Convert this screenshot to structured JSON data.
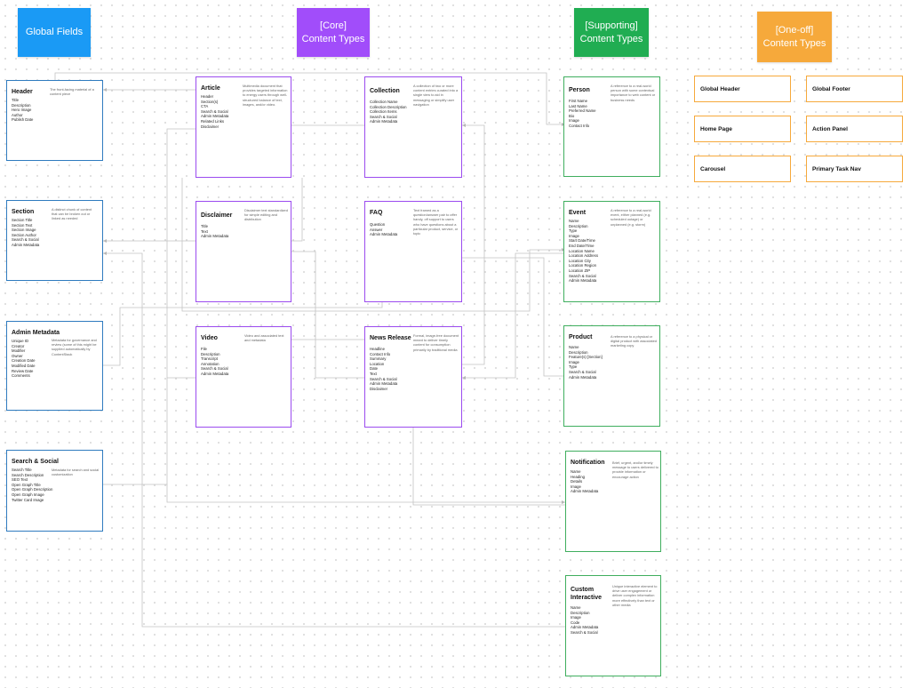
{
  "colors": {
    "global": "#1a9af5",
    "core": "#a14dfa",
    "supporting": "#20ad52",
    "oneoff": "#f6a93b",
    "global_border": "#2f7bbf",
    "core_border": "#9b4bef",
    "supporting_border": "#3fae5e",
    "oneoff_border": "#f6a93b",
    "connector": "#c3c3c3"
  },
  "headers": {
    "global": {
      "line1": "Global Fields",
      "line2": ""
    },
    "core": {
      "line1": "[Core]",
      "line2": "Content Types"
    },
    "supporting": {
      "line1": "[Supporting]",
      "line2": "Content Types"
    },
    "oneoff": {
      "line1": "[One-off]",
      "line2": "Content Types"
    }
  },
  "global_fields": {
    "header": {
      "title": "Header",
      "fields": [
        "Title",
        "Description",
        "Hero Image",
        "Author",
        "Publish Date"
      ],
      "description": "The front-facing material of a content piece"
    },
    "section": {
      "title": "Section",
      "fields": [
        "Section Title",
        "Section Text",
        "Section Image",
        "Section Author",
        "Search & Social",
        "Admin Metadata"
      ],
      "description": "A distinct chunk of content that can be broken out or linked as needed"
    },
    "admin_metadata": {
      "title": "Admin Metadata",
      "fields": [
        "Unique ID",
        "Creator",
        "Modifier",
        "Owner",
        "Creation Date",
        "Modified Date",
        "Review Date",
        "Comments"
      ],
      "description": "Metadata for governance and review (some of this might be supplied automatically by ContentStack"
    },
    "search_social": {
      "title": "Search & Social",
      "fields": [
        "Search Title",
        "Search Description",
        "SEO Text",
        "Open Graph Title",
        "Open Graph Description",
        "Open Graph Image",
        "Twitter Card Image"
      ],
      "description": "Metadata for search and social customization"
    }
  },
  "core": {
    "article": {
      "title": "Article",
      "fields": [
        "Header",
        "Section(s)",
        "CTA",
        "Search & Social",
        "Admin Metadata",
        "Related Links",
        "Disclaimer"
      ],
      "description": "Multimedia document that provides targeted information to energy users through well-structured balance of text, images, and/or video."
    },
    "collection": {
      "title": "Collection",
      "fields": [
        "Collection Name",
        "Collection Description",
        "Collection Items",
        "Search & Social",
        "Admin Metadata"
      ],
      "description": "A collection of two or more content entries curated into a single view to aid in messaging or simplify user navigation"
    },
    "disclaimer": {
      "title": "Disclaimer",
      "fields": [
        "Title",
        "Text",
        "Admin Metadata"
      ],
      "description": "Disclaimer text standardized for simple editing and distribution"
    },
    "faq": {
      "title": "FAQ",
      "fields": [
        "Question",
        "Answer",
        "Admin Metadata"
      ],
      "description": "Text framed as a question/answer pair to offer handy, off support to users who have questions about a particular product, service, or topic"
    },
    "video": {
      "title": "Video",
      "fields": [
        "File",
        "Description",
        "Transcript",
        "Annotation",
        "Search & Social",
        "Admin Metadata"
      ],
      "description": "Video and associated text and metadata"
    },
    "news_release": {
      "title": "News Release",
      "fields": [
        "Headline",
        "Contact Info",
        "Summary",
        "Location",
        "Date",
        "Text",
        "Search & Social",
        "Admin Metadata",
        "Disclaimer"
      ],
      "description": "Formal, image-free document meant to deliver timely content for consumption primarily by traditional media"
    }
  },
  "supporting": {
    "person": {
      "title": "Person",
      "fields": [
        "First Name",
        "Last Name",
        "Preferred Name",
        "Bio",
        "Image",
        "Contact Info"
      ],
      "description": "A reference to a real-world person with some contextual importance to web content or business needs"
    },
    "event": {
      "title": "Event",
      "fields": [
        "Name",
        "Description",
        "Type",
        "Image",
        "Start Date/Time",
        "End Date/Time",
        "Location Name",
        "Location Address",
        "Location City",
        "Location Region",
        "Location ZIP",
        "Search & Social",
        "Admin Metadata"
      ],
      "description": "A reference to a real-world event, either planned (e.g. scheduled outage) or unplanned (e.g. storm)"
    },
    "product": {
      "title": "Product",
      "fields": [
        "Name",
        "Description",
        "Feature(s) [Section]",
        "Image",
        "Type",
        "Search & Social",
        "Admin Metadata"
      ],
      "description": "A reference to a physical or digital product with associated marketing copy"
    },
    "notification": {
      "title": "Notification",
      "fields": [
        "Name",
        "Heading",
        "Details",
        "Image",
        "Admin Metadata"
      ],
      "description": "Brief, urgent, and/or timely message to users delivered to provide information or encourage action"
    },
    "custom_interactive": {
      "title_line1": "Custom",
      "title_line2": "Interactive",
      "fields": [
        "Name",
        "Description",
        "Image",
        "Code",
        "Admin Metadata",
        "Search & Social"
      ],
      "description": "Unique interactive element to drive user engagement or deliver complex information more effectively than text or other media"
    }
  },
  "oneoff": {
    "global_header": "Global Header",
    "global_footer": "Global Footer",
    "home_page": "Home Page",
    "action_panel": "Action Panel",
    "carousel": "Carousel",
    "primary_task_nav": "Primary Task Nav"
  }
}
